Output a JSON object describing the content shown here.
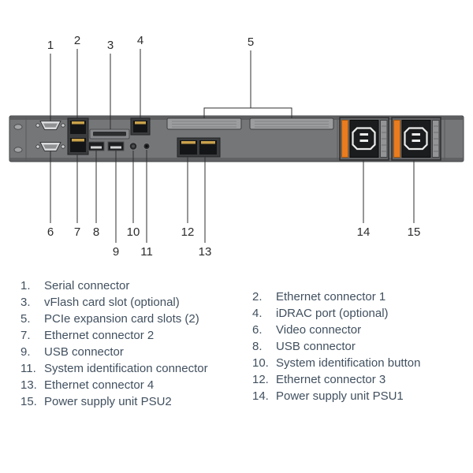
{
  "figure": {
    "callouts": {
      "c1": "1",
      "c2": "2",
      "c3": "3",
      "c4": "4",
      "c5": "5",
      "c6": "6",
      "c7": "7",
      "c8": "8",
      "c9": "9",
      "c10": "10",
      "c11": "11",
      "c12": "12",
      "c13": "13",
      "c14": "14",
      "c15": "15"
    }
  },
  "legend": {
    "left": [
      {
        "num": "1.",
        "label": "Serial connector"
      },
      {
        "num": "3.",
        "label": "vFlash card slot (optional)"
      },
      {
        "num": "5.",
        "label": "PCIe expansion card slots (2)"
      },
      {
        "num": "7.",
        "label": "Ethernet connector 2"
      },
      {
        "num": "9.",
        "label": "USB connector"
      },
      {
        "num": "11.",
        "label": "System identification connector"
      },
      {
        "num": "13.",
        "label": "Ethernet connector 4"
      },
      {
        "num": "15.",
        "label": "Power supply unit PSU2"
      }
    ],
    "right": [
      {
        "num": "2.",
        "label": "Ethernet connector 1"
      },
      {
        "num": "4.",
        "label": "iDRAC port (optional)"
      },
      {
        "num": "6.",
        "label": "Video connector"
      },
      {
        "num": "8.",
        "label": "USB connector"
      },
      {
        "num": "10.",
        "label": "System identification button"
      },
      {
        "num": "12.",
        "label": "Ethernet connector 3"
      },
      {
        "num": "14.",
        "label": "Power supply unit PSU1"
      }
    ]
  },
  "colors": {
    "legend_text": "#41505f",
    "callout_text": "#2c2c2e",
    "chassis_gray": "#747678",
    "psu_latch_orange": "#e87c20"
  }
}
